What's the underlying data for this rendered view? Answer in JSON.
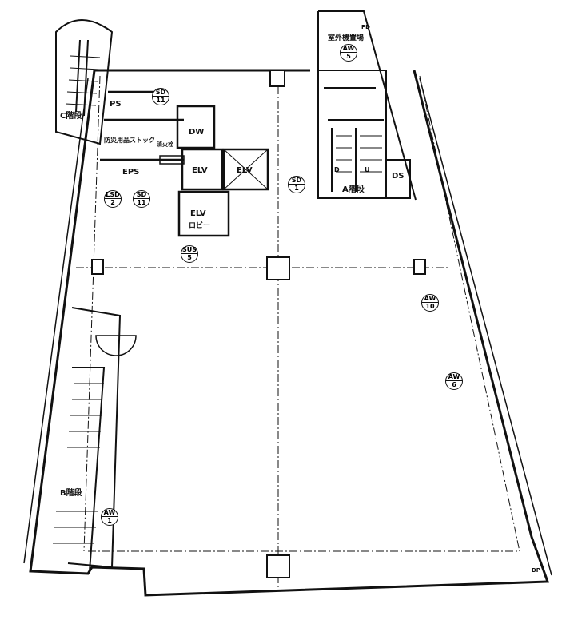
{
  "plan": {
    "rooms": {
      "outdoor_unit_area": "室外機置場",
      "pd": "PD",
      "ps": "PS",
      "eps": "EPS",
      "dw": "DW",
      "elv1": "ELV",
      "elv2": "ELV",
      "elv_lobby_1": "ELV",
      "elv_lobby_2": "ロビー",
      "disaster_storage": "防災用品ストック",
      "hydrant": "消火栓",
      "stair_a": "A階段",
      "stair_b": "B階段",
      "stair_c": "C階段",
      "ds": "DS",
      "dp": "DP",
      "down": "D",
      "up": "U"
    },
    "tags": [
      {
        "top": "AW",
        "bottom": "5"
      },
      {
        "top": "SD",
        "bottom": "11"
      },
      {
        "top": "SD",
        "bottom": "1"
      },
      {
        "top": "LSD",
        "bottom": "2"
      },
      {
        "top": "SD",
        "bottom": "11"
      },
      {
        "top": "SUS",
        "bottom": "5"
      },
      {
        "top": "AW",
        "bottom": "10"
      },
      {
        "top": "AW",
        "bottom": "6"
      },
      {
        "top": "AW",
        "bottom": "1"
      }
    ]
  }
}
